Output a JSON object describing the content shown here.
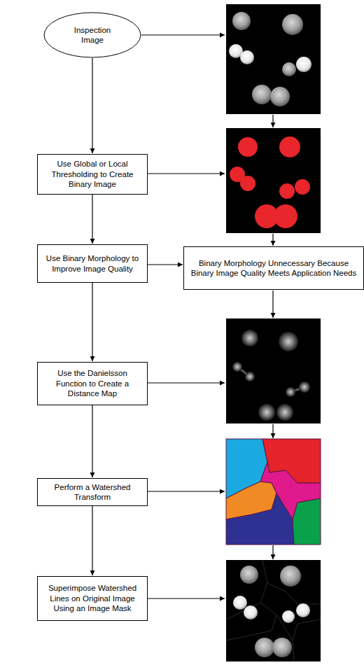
{
  "diagram": {
    "nodes": [
      {
        "text": [
          "Inspection Image"
        ]
      },
      {
        "text": [
          "Use Global or Local Thresholding to Create Binary Image"
        ]
      },
      {
        "text": [
          "Use Binary Morphology to Improve Image Quality"
        ]
      },
      {
        "text": [
          "Binary Morphology Unnecessary Because Binary Image Quality Meets Application Needs"
        ]
      },
      {
        "text": [
          "Use the Danielsson Function to Create a Distance Map"
        ]
      },
      {
        "text": [
          "Perform a Watershed Transform"
        ]
      },
      {
        "text": [
          "Superimpose Watershed Lines on Original Image Using an Image Mask"
        ]
      }
    ],
    "edges": [
      {
        "from": 0,
        "to": 1,
        "arrow": "to"
      },
      {
        "from": 1,
        "to": 2,
        "arrow": "to"
      },
      {
        "from": 2,
        "to": 3,
        "arrow": "to"
      },
      {
        "from": 2,
        "to": 4,
        "arrow": "to"
      },
      {
        "from": 4,
        "to": 5,
        "arrow": "to"
      },
      {
        "from": 5,
        "to": 6,
        "arrow": "to"
      }
    ]
  }
}
